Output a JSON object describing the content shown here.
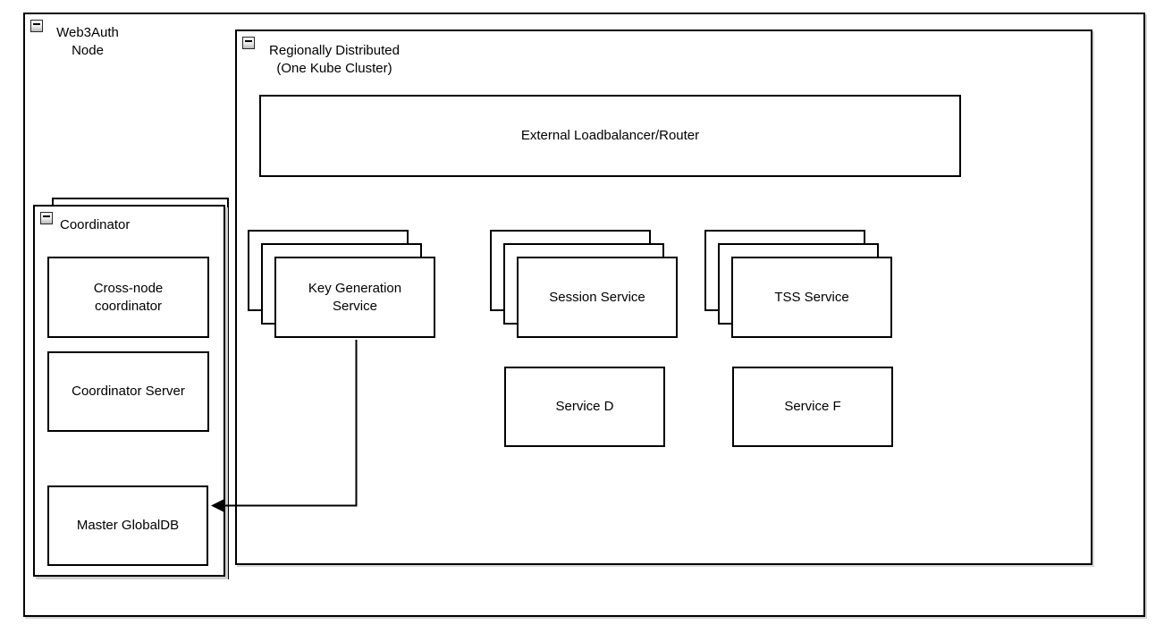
{
  "web3auth_node": {
    "label": "Web3Auth\nNode"
  },
  "region": {
    "label": "Regionally Distributed\n(One Kube Cluster)"
  },
  "loadbalancer": {
    "label": "External Loadbalancer/Router"
  },
  "stacks": [
    {
      "label": "Key Generation\nService",
      "replicas": 3
    },
    {
      "label": "Session Service",
      "replicas": 3
    },
    {
      "label": "TSS Service",
      "replicas": 3
    }
  ],
  "services": [
    {
      "label": "Service D"
    },
    {
      "label": "Service F"
    }
  ],
  "coordinator": {
    "label": "Coordinator",
    "children": [
      {
        "label": "Cross-node\ncoordinator"
      },
      {
        "label": "Coordinator Server"
      },
      {
        "label": "Master GlobalDB"
      }
    ]
  },
  "connections": [
    {
      "from": "Key Generation Service",
      "to": "Master GlobalDB",
      "style": "arrow-left"
    }
  ],
  "icons": {
    "collapse": "minus-icon"
  },
  "colors": {
    "border": "#000000",
    "fill": "#ffffff",
    "shadow": "#cccccc",
    "text": "#000000"
  }
}
